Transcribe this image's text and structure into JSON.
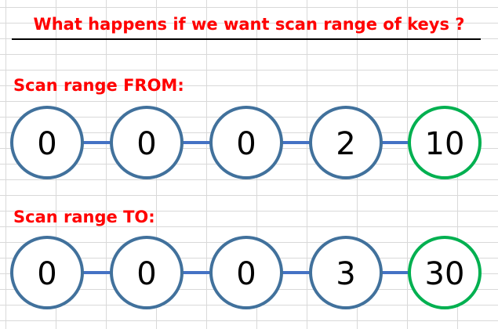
{
  "title": "What happens if we want scan range of keys ?",
  "from": {
    "label": "Scan range FROM:",
    "nodes": [
      "0",
      "0",
      "0",
      "2",
      "10"
    ]
  },
  "to": {
    "label": "Scan range TO:",
    "nodes": [
      "0",
      "0",
      "0",
      "3",
      "30"
    ]
  },
  "colors": {
    "title": "#ff0000",
    "node_border": "#41719c",
    "leaf_border": "#00b050",
    "connector": "#4472c4",
    "underline": "#000000"
  }
}
